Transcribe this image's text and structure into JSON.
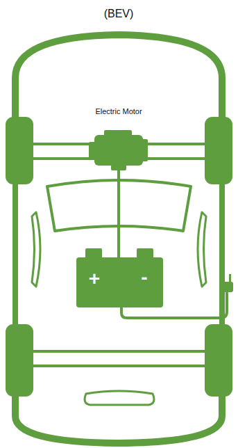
{
  "diagram": {
    "title": "(BEV)",
    "labels": [
      "Electric Motor",
      "+",
      "-"
    ]
  }
}
